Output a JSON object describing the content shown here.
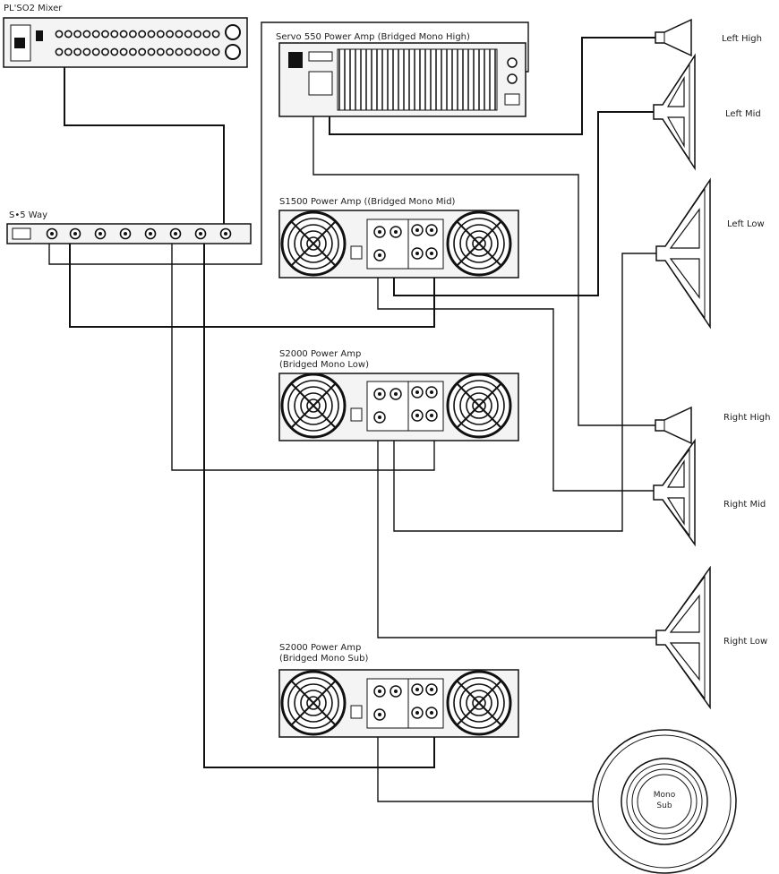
{
  "devices": {
    "mixer": "PL'SO2 Mixer",
    "crossover": "S•5 Way",
    "amp_high": "Servo 550 Power Amp (Bridged Mono High)",
    "amp_mid": "S1500 Power Amp ((Bridged Mono Mid)",
    "amp_low_line1": "S2000 Power Amp",
    "amp_low_line2": "(Bridged Mono Low)",
    "amp_sub_line1": "S2000 Power Amp",
    "amp_sub_line2": "(Bridged Mono Sub)"
  },
  "speakers": {
    "left_high": "Left High",
    "left_mid": "Left Mid",
    "left_low": "Left Low",
    "right_high": "Right High",
    "right_mid": "Right Mid",
    "right_low": "Right Low",
    "sub_line1": "Mono",
    "sub_line2": "Sub"
  },
  "colors": {
    "line": "#111111",
    "device_fill": "#f4f4f4",
    "device_stroke": "#111111"
  }
}
